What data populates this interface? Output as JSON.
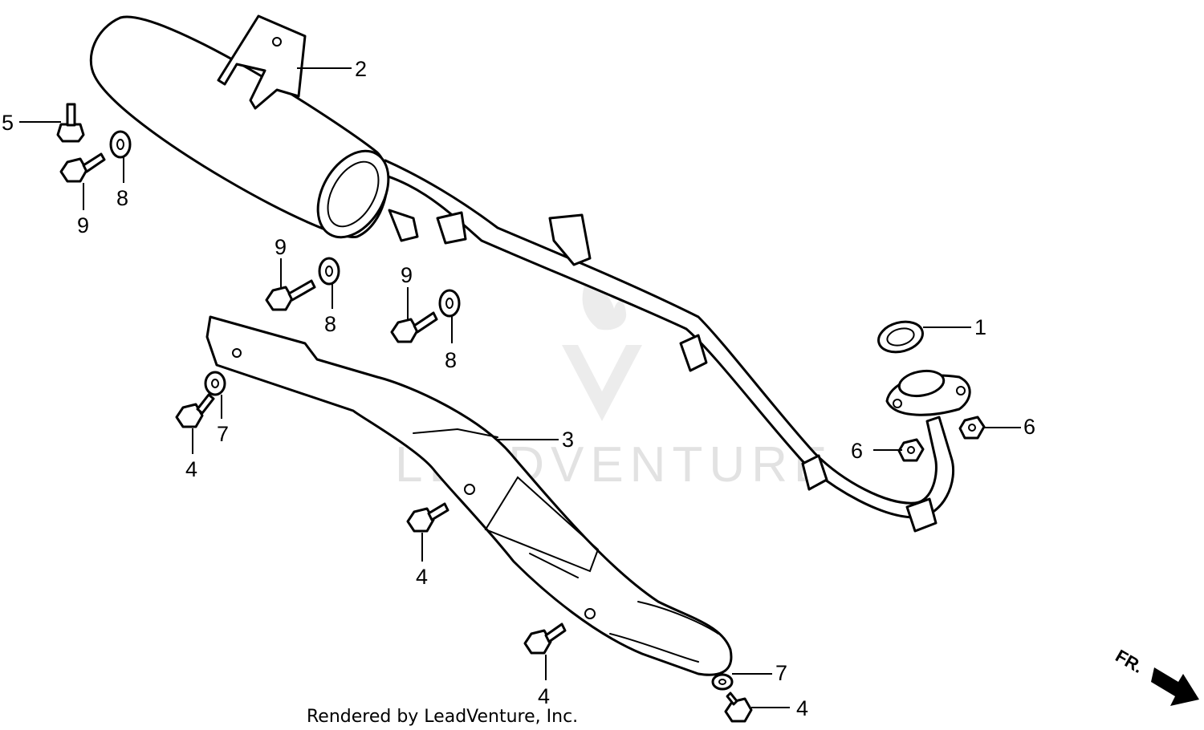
{
  "callouts": [
    {
      "id": "c1",
      "label": "1"
    },
    {
      "id": "c2",
      "label": "2"
    },
    {
      "id": "c3",
      "label": "3"
    },
    {
      "id": "c4a",
      "label": "4"
    },
    {
      "id": "c4b",
      "label": "4"
    },
    {
      "id": "c4c",
      "label": "4"
    },
    {
      "id": "c4d",
      "label": "4"
    },
    {
      "id": "c5",
      "label": "5"
    },
    {
      "id": "c6a",
      "label": "6"
    },
    {
      "id": "c6b",
      "label": "6"
    },
    {
      "id": "c7a",
      "label": "7"
    },
    {
      "id": "c7b",
      "label": "7"
    },
    {
      "id": "c8a",
      "label": "8"
    },
    {
      "id": "c8b",
      "label": "8"
    },
    {
      "id": "c8c",
      "label": "8"
    },
    {
      "id": "c9a",
      "label": "9"
    },
    {
      "id": "c9b",
      "label": "9"
    },
    {
      "id": "c9c",
      "label": "9"
    }
  ],
  "watermark": {
    "text": "LEADVENTURE"
  },
  "credit": {
    "text": "Rendered by LeadVenture, Inc."
  },
  "direction": {
    "label": "FR."
  },
  "colors": {
    "line": "#000000",
    "background": "#ffffff",
    "watermark": "#e2e2e2"
  }
}
